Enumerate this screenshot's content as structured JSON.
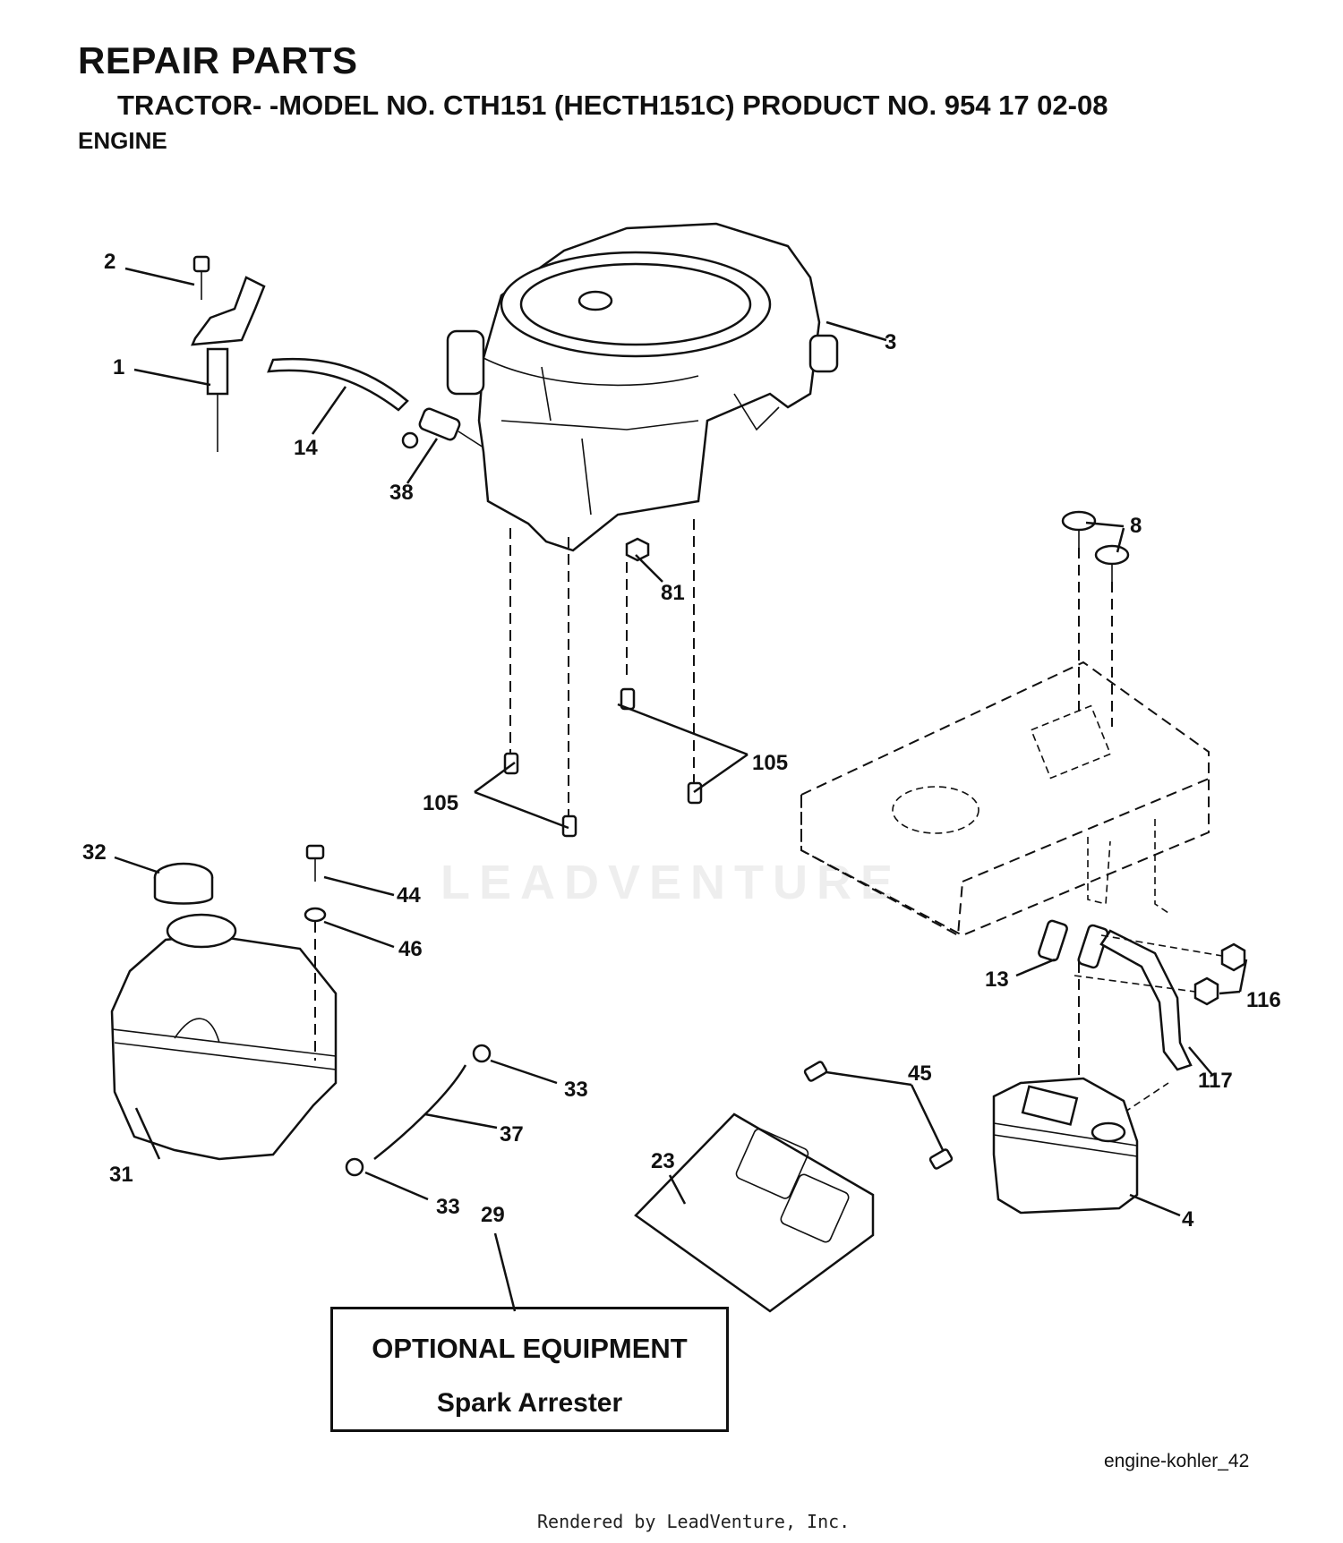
{
  "header": {
    "title": "REPAIR PARTS",
    "subtitle": "TRACTOR- -MODEL NO. CTH151 (HECTH151C) PRODUCT NO. 954 17 02-08",
    "section": "ENGINE"
  },
  "callouts": [
    "2",
    "1",
    "14",
    "38",
    "3",
    "81",
    "8",
    "105",
    "105",
    "32",
    "44",
    "46",
    "13",
    "116",
    "117",
    "33",
    "37",
    "45",
    "31",
    "23",
    "33",
    "29",
    "4"
  ],
  "optional_equipment": {
    "title": "OPTIONAL EQUIPMENT",
    "item": "Spark Arrester"
  },
  "reference_code": "engine-kohler_42",
  "watermark": "LEADVENTURE",
  "footer": "Rendered by LeadVenture, Inc."
}
